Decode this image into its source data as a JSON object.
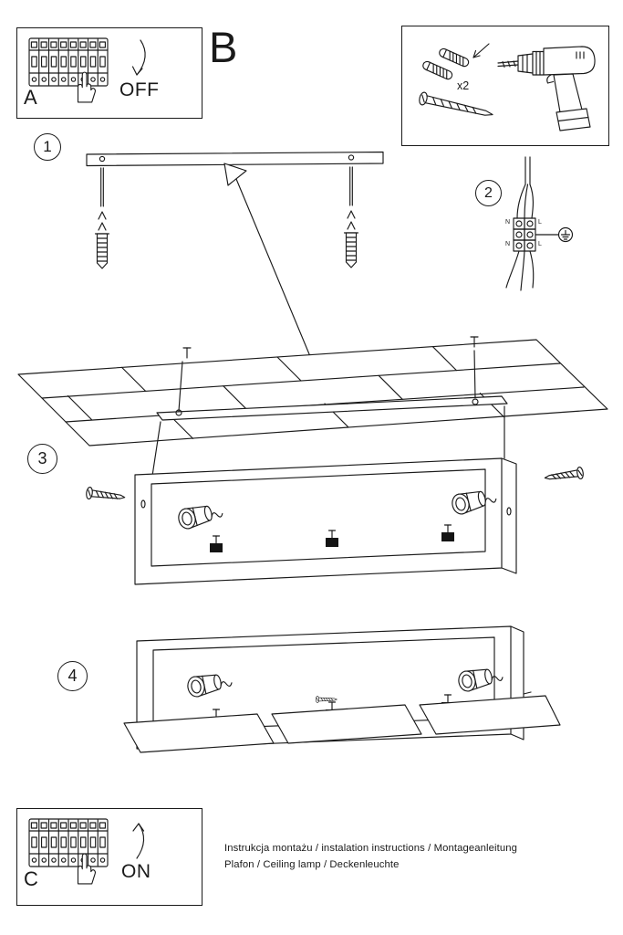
{
  "page": {
    "title_letter": "B",
    "background_color": "#ffffff",
    "line_color": "#1a1a1a"
  },
  "panel_a": {
    "label": "A",
    "switch_state": "OFF"
  },
  "panel_c": {
    "label": "C",
    "switch_state": "ON"
  },
  "hardware_box": {
    "quantity_label": "x2"
  },
  "steps": [
    {
      "number": "1"
    },
    {
      "number": "2"
    },
    {
      "number": "3"
    },
    {
      "number": "4"
    }
  ],
  "wiring": {
    "terminal_labels": [
      "N",
      "L",
      "N",
      "L"
    ]
  },
  "footer": {
    "line1": "Instrukcja montażu / instalation instructions / Montageanleitung",
    "line2": "Plafon / Ceiling lamp / Deckenleuchte"
  }
}
